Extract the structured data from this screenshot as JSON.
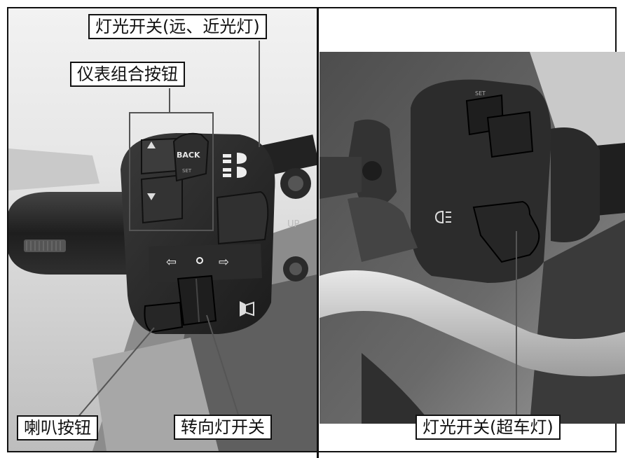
{
  "labels": {
    "lights_switch": "灯光开关(远、近光灯)",
    "dashboard_buttons": "仪表组合按钮",
    "horn_button": "喇叭按钮",
    "turn_signal_switch": "转向灯开关",
    "pass_light_switch": "灯光开关(超车灯)"
  },
  "switch_text": {
    "back": "BACK",
    "set": "SET",
    "up": "UP"
  },
  "colors": {
    "border": "#111111",
    "background": "#ffffff",
    "photo_dark": "#2a2a2a",
    "photo_mid": "#6b6b6b",
    "photo_light": "#bcbcbc"
  }
}
